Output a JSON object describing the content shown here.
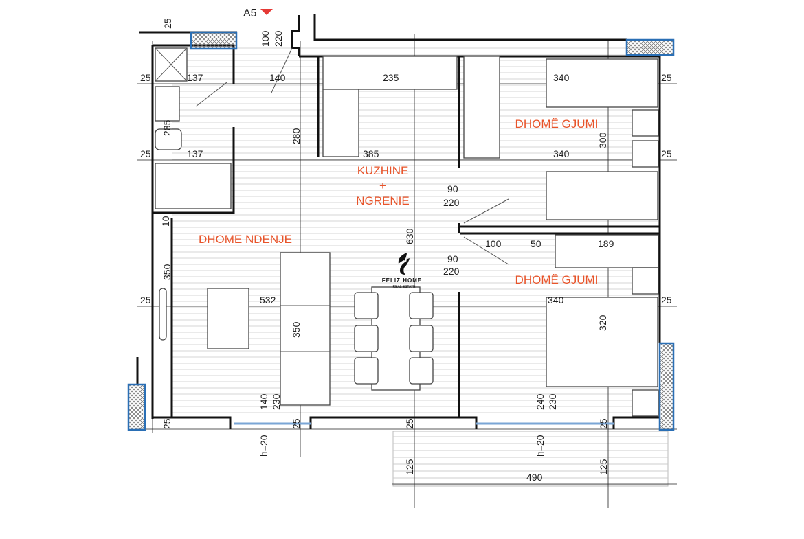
{
  "marker": {
    "label": "A5",
    "color": "#e53935"
  },
  "rooms": {
    "kitchen_line1": "KUZHINE",
    "kitchen_line2": "+",
    "kitchen_line3": "NGRENIE",
    "living": "DHOME NDENJE",
    "bedroom1": "DHOMË GJUMI",
    "bedroom2": "DHOMË GJUMI"
  },
  "logo": {
    "name": "FELIZ HOME",
    "tagline": "REAL ESTATE"
  },
  "dimensions": [
    "25",
    "100",
    "220",
    "25",
    "137",
    "140",
    "235",
    "340",
    "25",
    "285",
    "280",
    "25",
    "137",
    "385",
    "340",
    "300",
    "25",
    "10",
    "90",
    "220",
    "630",
    "100",
    "50",
    "189",
    "90",
    "220",
    "350",
    "25",
    "532",
    "340",
    "25",
    "350",
    "320",
    "140",
    "230",
    "240",
    "230",
    "25",
    "25",
    "25",
    "25",
    "h=20",
    "h=20",
    "125",
    "125",
    "490"
  ],
  "colors": {
    "room_label": "#e8542a",
    "column_outline": "#2a6fb5"
  }
}
